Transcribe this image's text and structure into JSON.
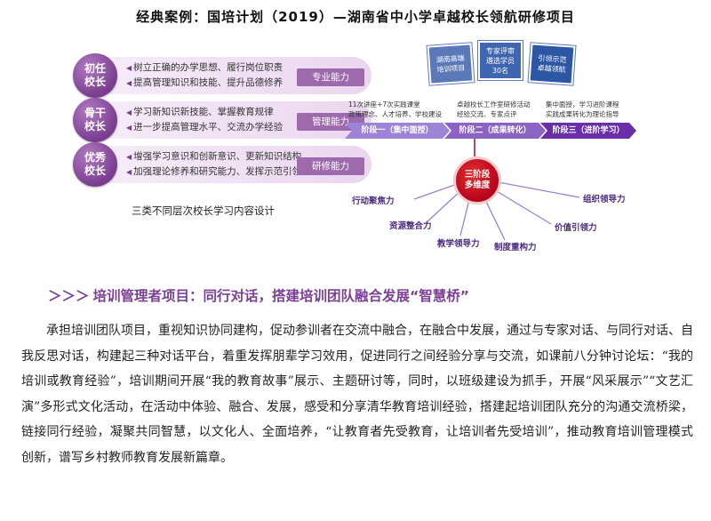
{
  "title": "经典案例：国培计划（2019）—湖南省中小学卓越校长领航研修项目",
  "levels": [
    {
      "name": "初任\n校长",
      "lines": [
        "树立正确的办学思想、履行岗位职责",
        "提高管理知识和技能、提升品德修养"
      ],
      "tag": "专业能力"
    },
    {
      "name": "骨干\n校长",
      "lines": [
        "学习新知识新技能、掌握教育规律",
        "进一步提高管理水平、交流办学经验"
      ],
      "tag": "管理能力"
    },
    {
      "name": "优秀\n校长",
      "lines": [
        "增强学习意识和创新意识、更新知识结构",
        "加强理论修养和研究能力、发挥示范引领"
      ],
      "tag": "研修能力"
    }
  ],
  "arrow_glyph": "◀",
  "caption": "三类不同层次校长学习内容设计",
  "phase_boxes": [
    "湖南高端\n培训项目",
    "专家评审\n遴选学员\n30名",
    "引领示范\n卓越领航"
  ],
  "phase_notes": [
    "11次讲座+7次实践课堂\n政策理念、人才培养、学校建设",
    "卓越校长工作室研修活动\n经验交流、专家点评",
    "集中面授，学习进阶课程\n实践成果转化为理论指导"
  ],
  "phases": [
    "阶段一（集中面授）",
    "阶段二（成果转化）",
    "阶段三（进阶学习）"
  ],
  "hub": "三阶段\n多维度",
  "abilities": [
    "行动聚焦力",
    "组织领导力",
    "资源整合力",
    "价值引领力",
    "教学领导力",
    "制度重构力"
  ],
  "section": {
    "arrows": "＞＞＞",
    "heading": "培训管理者项目：同行对话，搭建培训团队融合发展“智慧桥”"
  },
  "body": "承担培训团队项目，重视知识协同建构，促动参训者在交流中融合，在融合中发展，通过与专家对话、与同行对话、自我反思对话，构建起三种对话平台，着重发挥朋辈学习效用，促进同行之间经验分享与交流，如课前八分钟讨论坛：“我的培训或教育经验”，培训期间开展“我的教育故事”展示、主题研讨等，同时，以班级建设为抓手，开展“风采展示”“文艺汇演”多形式文化活动，在活动中体验、融合、发展，感受和分享清华教育培训经验，搭建起培训团队充分的沟通交流桥梁，链接同行经验，凝聚共同智慧，以文化人、全面培养，“让教育者先受教育，让培训者先受培训”，推动教育培训管理模式创新，谱写乡村教师教育发展新篇章。"
}
